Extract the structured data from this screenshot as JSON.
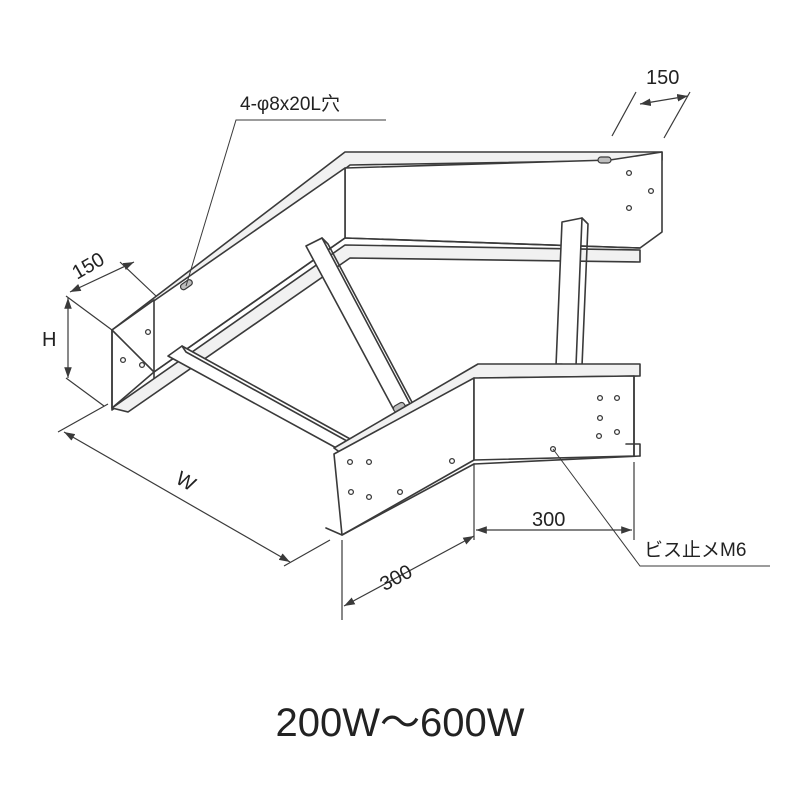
{
  "labels": {
    "hole_note": "4-φ8x20L穴",
    "screw_note": "ビス止メM6",
    "dim_top_depth": "150",
    "dim_left_depth": "150",
    "dim_height": "H",
    "dim_width": "W",
    "dim_front_left": "300",
    "dim_front_right": "300"
  },
  "caption": "200W〜600W"
}
